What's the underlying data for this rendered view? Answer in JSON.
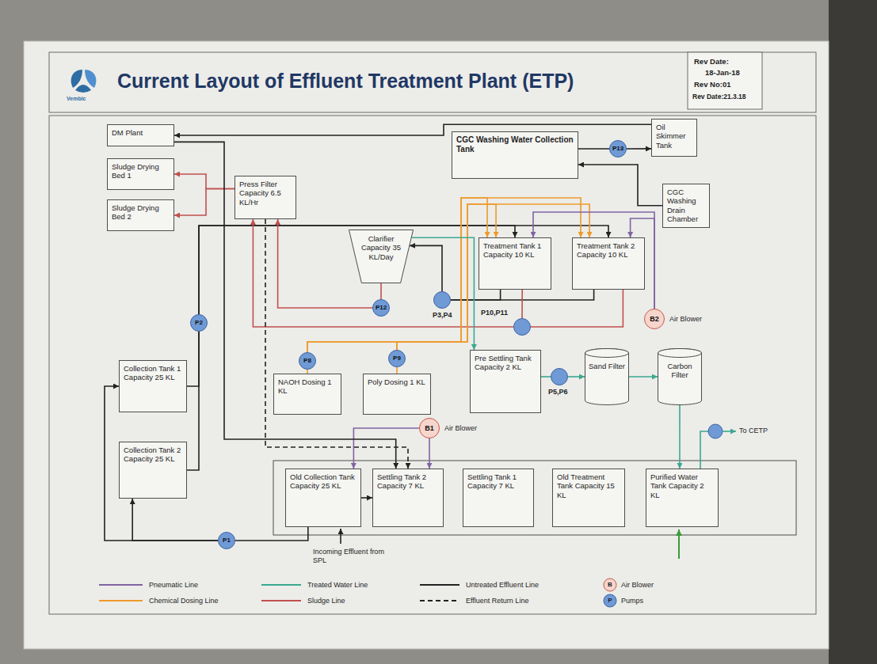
{
  "diagram": {
    "title": "Current Layout of Effluent Treatment Plant (ETP)",
    "nodes": [
      {
        "text": [
          "DM Plant"
        ]
      },
      {
        "text": [
          "Sludge Drying Bed 1"
        ]
      },
      {
        "text": [
          "Sludge Drying Bed 2"
        ]
      },
      {
        "text": [
          "Press Filter Capacity 6.5 KL/Hr"
        ]
      },
      {
        "text": [
          "CGC Washing Water Collection Tank"
        ]
      },
      {
        "text": [
          "P13"
        ]
      },
      {
        "text": [
          "Oil Skimmer Tank"
        ]
      },
      {
        "text": [
          "CGC Washing Drain Chamber"
        ]
      },
      {
        "text": [
          "Clarifier Capacity 35 KL/Day"
        ]
      },
      {
        "text": [
          "Treatment Tank 1 Capacity 10 KL"
        ]
      },
      {
        "text": [
          "Treatment Tank 2 Capacity 10 KL"
        ]
      },
      {
        "text": [
          "P2"
        ]
      },
      {
        "text": [
          "P12"
        ]
      },
      {
        "text": [
          "P3,P4"
        ]
      },
      {
        "text": [
          "P10,P11"
        ]
      },
      {
        "text": [
          "B2",
          "Air Blower"
        ]
      },
      {
        "text": [
          "Collection Tank 1 Capacity 25 KL"
        ]
      },
      {
        "text": [
          "Collection Tank 2 Capacity 25 KL"
        ]
      },
      {
        "text": [
          "P8"
        ]
      },
      {
        "text": [
          "P9"
        ]
      },
      {
        "text": [
          "NAOH Dosing 1 KL"
        ]
      },
      {
        "text": [
          "Poly Dosing 1 KL"
        ]
      },
      {
        "text": [
          "Pre Settling Tank Capacity 2 KL"
        ]
      },
      {
        "text": [
          "P5,P6"
        ]
      },
      {
        "text": [
          "Sand Filter"
        ]
      },
      {
        "text": [
          "Carbon Filter"
        ]
      },
      {
        "text": [
          "B1",
          "Air Blower"
        ]
      },
      {
        "text": [
          "Old Collection Tank Capacity 25 KL"
        ]
      },
      {
        "text": [
          "Settling Tank 2 Capacity 7 KL"
        ]
      },
      {
        "text": [
          "Settling Tank 1 Capacity 7 KL"
        ]
      },
      {
        "text": [
          "Old Treatment Tank Capacity 15 KL"
        ]
      },
      {
        "text": [
          "Purified Water Tank Capacity 2 KL"
        ]
      },
      {
        "text": [
          "P1"
        ]
      }
    ],
    "edges": [
      {
        "from": 27,
        "to": 32,
        "arrow": "none"
      },
      {
        "from": 32,
        "to": 17,
        "arrow": "to"
      },
      {
        "from": 32,
        "to": 16,
        "arrow": "to"
      },
      {
        "from": 16,
        "to": 11,
        "arrow": "none"
      },
      {
        "from": 17,
        "to": 11,
        "arrow": "none"
      },
      {
        "from": 11,
        "to": 9,
        "arrow": "to"
      },
      {
        "from": 11,
        "to": 10,
        "arrow": "to"
      },
      {
        "from": 9,
        "to": 13,
        "arrow": "none"
      },
      {
        "from": 10,
        "to": 13,
        "arrow": "none"
      },
      {
        "from": 13,
        "to": 8,
        "arrow": "to"
      },
      {
        "from": 8,
        "to": 12,
        "arrow": "none"
      },
      {
        "from": 12,
        "to": 3,
        "arrow": "to"
      },
      {
        "from": 3,
        "to": 1,
        "arrow": "to"
      },
      {
        "from": 3,
        "to": 2,
        "arrow": "to"
      },
      {
        "from": 9,
        "to": 14,
        "arrow": "none"
      },
      {
        "from": 10,
        "to": 14,
        "arrow": "none"
      },
      {
        "from": 14,
        "to": 3,
        "arrow": "to"
      },
      {
        "from": 20,
        "to": 18,
        "arrow": "none"
      },
      {
        "from": 18,
        "to": 9,
        "arrow": "to"
      },
      {
        "from": 18,
        "to": 10,
        "arrow": "to"
      },
      {
        "from": 21,
        "to": 19,
        "arrow": "none"
      },
      {
        "from": 19,
        "to": 9,
        "arrow": "to"
      },
      {
        "from": 19,
        "to": 10,
        "arrow": "to"
      },
      {
        "from": 15,
        "to": 9,
        "arrow": "to"
      },
      {
        "from": 15,
        "to": 10,
        "arrow": "to"
      },
      {
        "from": 26,
        "to": 28,
        "arrow": "to"
      },
      {
        "from": 26,
        "to": 27,
        "arrow": "to"
      },
      {
        "from": 8,
        "to": 22,
        "arrow": "to"
      },
      {
        "from": 22,
        "to": 23,
        "arrow": "none"
      },
      {
        "from": 23,
        "to": 24,
        "arrow": "to"
      },
      {
        "from": 24,
        "to": 25,
        "arrow": "to"
      },
      {
        "from": 25,
        "to": 31,
        "arrow": "to"
      },
      {
        "from": 4,
        "to": 5,
        "arrow": "none"
      },
      {
        "from": 5,
        "to": 6,
        "arrow": "to"
      },
      {
        "from": 7,
        "to": 4,
        "arrow": "to"
      },
      {
        "from": 6,
        "to": 0,
        "arrow": "to"
      },
      {
        "from": 0,
        "to": 28,
        "arrow": "to"
      },
      {
        "from": 3,
        "to": 28,
        "arrow": "to"
      },
      {
        "from": 27,
        "to": 28,
        "arrow": "to"
      }
    ],
    "labels": [
      "Vembic",
      "Rev Date:",
      "18-Jan-18",
      "Rev No:01",
      "Rev Date:21.3.18",
      "To CETP",
      "Incoming Effluent from SPL",
      "B",
      "P"
    ],
    "legend": [
      {
        "text": "Pneumatic Line"
      },
      {
        "text": "Treated Water Line"
      },
      {
        "text": "Untreated Effluent Line"
      },
      {
        "text": "Air Blower"
      },
      {
        "text": "Chemical Dosing Line"
      },
      {
        "text": "Sludge Line"
      },
      {
        "text": "Effluent Return Line"
      },
      {
        "text": "Pumps"
      }
    ]
  }
}
